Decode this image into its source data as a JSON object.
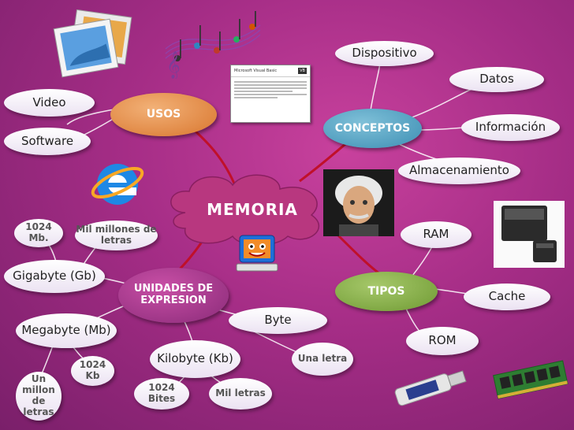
{
  "center": {
    "title": "MEMORIA"
  },
  "usos": {
    "title": "USOS",
    "items": [
      "Video",
      "Software"
    ]
  },
  "conceptos": {
    "title": "CONCEPTOS",
    "items": [
      "Dispositivo",
      "Datos",
      "Información",
      "Almacenamiento"
    ]
  },
  "tipos": {
    "title": "TIPOS",
    "items": [
      "RAM",
      "Cache",
      "ROM"
    ]
  },
  "unidades": {
    "title": "UNIDADES DE EXPRESION",
    "items": [
      "Gigabyte (Gb)",
      "Megabyte (Mb)",
      "Kilobyte (Kb)",
      "Byte"
    ],
    "notes": [
      "1024 Mb.",
      "Mil millones de letras",
      "1024 Kb",
      "Un millon de letras",
      "1024 Bites",
      "Mil letras",
      "Una letra"
    ]
  },
  "colors": {
    "usos": "#d9762e",
    "conceptos": "#3d8fb4",
    "tipos": "#6f9a33",
    "unidades": "#8a2b79",
    "center": "#b8377f"
  },
  "images": [
    "photos-icon",
    "music-notes-icon",
    "document-screenshot",
    "internet-explorer-icon",
    "einstein-photo",
    "computer-mascot-icon",
    "memory-card-photo",
    "usb-drive-photo",
    "ram-module-photo"
  ],
  "screenshot_doc": {
    "title": "Microsoft Visual Basic",
    "badge": "VB"
  }
}
